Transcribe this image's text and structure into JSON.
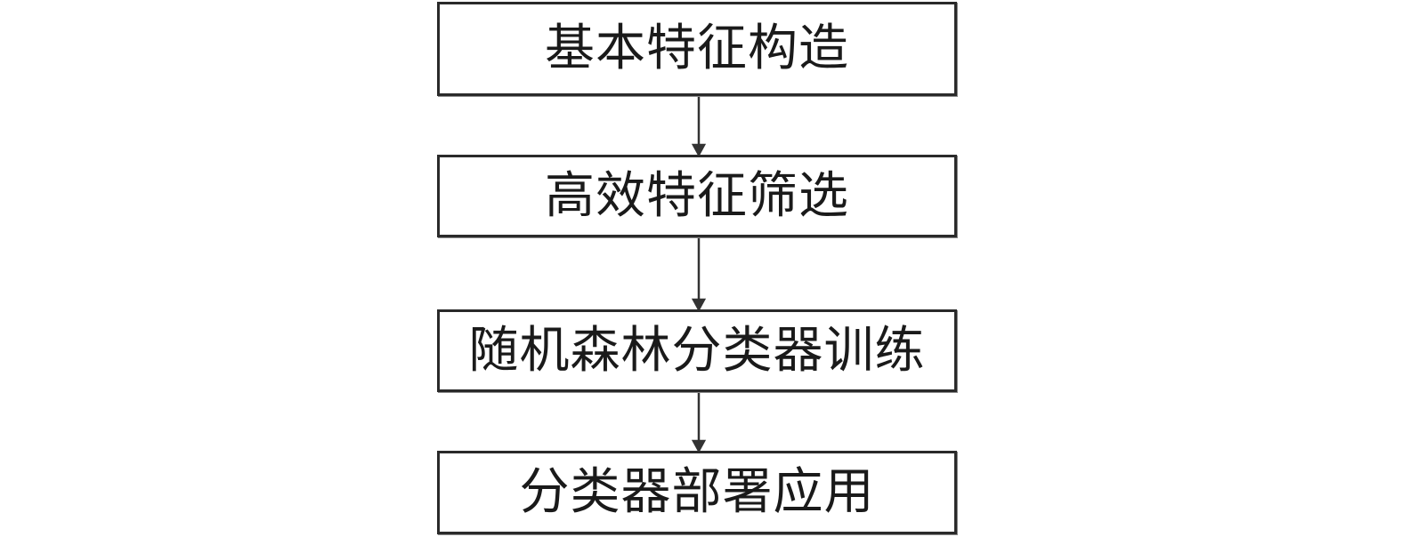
{
  "flow": {
    "steps": [
      {
        "label": "基本特征构造"
      },
      {
        "label": "高效特征筛选"
      },
      {
        "label": "随机森林分类器训练"
      },
      {
        "label": "分类器部署应用"
      }
    ]
  },
  "colors": {
    "border": "#2a2a2a",
    "text": "#1a1a1a",
    "arrow": "#333333",
    "background": "#ffffff"
  }
}
